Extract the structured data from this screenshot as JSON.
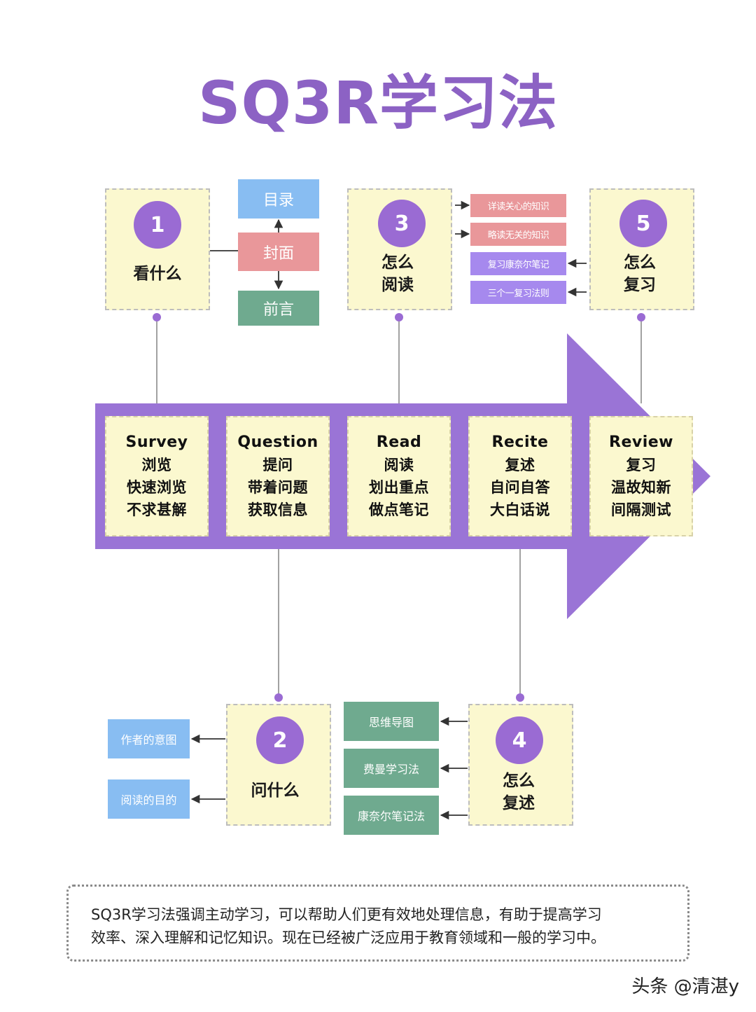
{
  "title": "SQ3R学习法",
  "stages": [
    {
      "en": "Survey",
      "l1": "浏览",
      "l2": "快速浏览",
      "l3": "不求甚解"
    },
    {
      "en": "Question",
      "l1": "提问",
      "l2": "带着问题",
      "l3": "获取信息"
    },
    {
      "en": "Read",
      "l1": "阅读",
      "l2": "划出重点",
      "l3": "做点笔记"
    },
    {
      "en": "Recite",
      "l1": "复述",
      "l2": "自问自答",
      "l3": "大白话说"
    },
    {
      "en": "Review",
      "l1": "复习",
      "l2": "温故知新",
      "l3": "间隔测试"
    }
  ],
  "steps": {
    "s1": {
      "num": "1",
      "l1": "看什么",
      "l2": ""
    },
    "s2": {
      "num": "2",
      "l1": "问什么",
      "l2": ""
    },
    "s3": {
      "num": "3",
      "l1": "怎么",
      "l2": "阅读"
    },
    "s4": {
      "num": "4",
      "l1": "怎么",
      "l2": "复述"
    },
    "s5": {
      "num": "5",
      "l1": "怎么",
      "l2": "复习"
    }
  },
  "tags": {
    "survey": [
      "目录",
      "封面",
      "前言"
    ],
    "question": [
      "作者的意图",
      "阅读的目的"
    ],
    "read": [
      "详读关心的知识",
      "略读无关的知识"
    ],
    "review": [
      "复习康奈尔笔记",
      "三个一复习法则"
    ],
    "recite": [
      "思维导图",
      "费曼学习法",
      "康奈尔笔记法"
    ]
  },
  "summary": {
    "line1": "SQ3R学习法强调主动学习，可以帮助人们更有效地处理信息，有助于提高学习",
    "line2": "效率、深入理解和记忆知识。现在已经被广泛应用于教育领域和一般的学习中。"
  },
  "watermark": "头条 @清湛y",
  "colors": {
    "purple": "#9a6bd3",
    "card_yellow": "#fbf8cf",
    "tag_blue": "#88bdf2",
    "tag_pink": "#e9979a",
    "tag_green": "#6faa8f",
    "tag_violet": "#a689ee"
  }
}
